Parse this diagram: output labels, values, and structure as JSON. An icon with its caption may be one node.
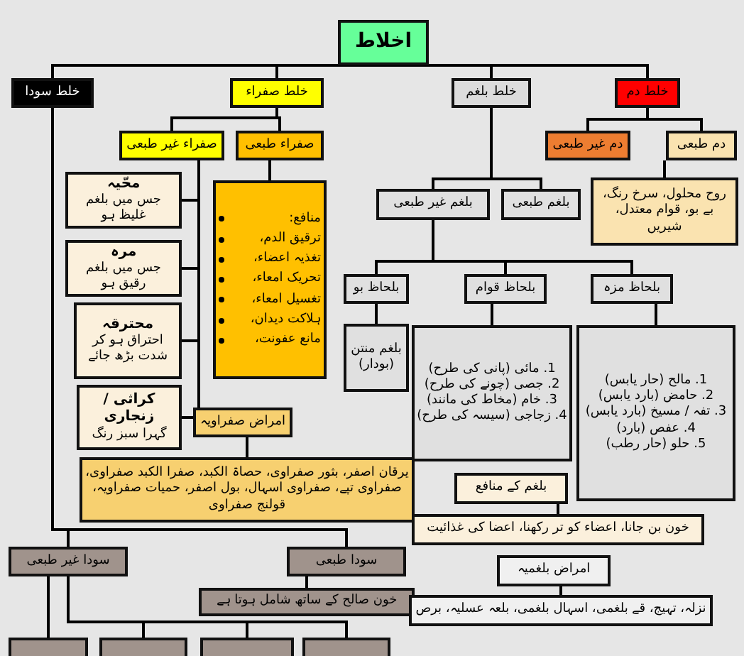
{
  "diagram": {
    "nodes": [
      {
        "text": [
          "اخلاط"
        ]
      },
      {
        "text": [
          "خلط سودا"
        ]
      },
      {
        "text": [
          "خلط صفراء"
        ]
      },
      {
        "text": [
          "خلط بلغم"
        ]
      },
      {
        "text": [
          "خلط دم"
        ]
      },
      {
        "text": [
          "صفراء غیر طبعی"
        ]
      },
      {
        "text": [
          "صفراء طبعی"
        ]
      },
      {
        "text": [
          "دم غیر طبعی"
        ]
      },
      {
        "text": [
          "دم طبعی"
        ]
      },
      {
        "text": [
          "محّیہ",
          "جس میں بلغم غلیظ ہو"
        ]
      },
      {
        "text": [
          "منافع:",
          "ترقیق الدم،",
          "تغذیہ اعضاء،",
          "تحریک امعاء،",
          "تغسیل امعاء،",
          "ہلاکت دیدان،",
          "مانع عفونت،"
        ]
      },
      {
        "text": [
          "بلغم غیر طبعی"
        ]
      },
      {
        "text": [
          "بلغم طبعی"
        ]
      },
      {
        "text": [
          "روح محلول، سرخ رنگ، بے بو، قوام معتدل، شیریں"
        ]
      },
      {
        "text": [
          "مرہ",
          "جس میں بلغم رقیق ہو"
        ]
      },
      {
        "text": [
          "بلحاظ بو"
        ]
      },
      {
        "text": [
          "بلحاظ قوام"
        ]
      },
      {
        "text": [
          "بلحاظ مزہ"
        ]
      },
      {
        "text": [
          "محترقہ",
          "احتراق ہو کر شدت بڑھ جائے"
        ]
      },
      {
        "text": [
          "بلغم منتن (بودار)"
        ]
      },
      {
        "text": [
          "1. مائی (پانی کی طرح)",
          "2. جصی (چونے کی طرح)",
          "3. خام (مخاط کی مانند)",
          "4. زجاجی (سیسہ کی طرح)"
        ]
      },
      {
        "text": [
          "1. مالح (حار یابس)",
          "2. حامض (بارد یابس)",
          "3. تفہ / مسیخ (بارد یابس)",
          "4. عفص (بارد)",
          "5. حلو (حار رطب)"
        ]
      },
      {
        "text": [
          "کراثی / زنجاری",
          "گہرا سبز رنگ"
        ]
      },
      {
        "text": [
          "امراض صفراویہ"
        ]
      },
      {
        "text": [
          "بلغم کے منافع"
        ]
      },
      {
        "text": [
          "یرقان اصفر، بثور صفراوی، حصاۃ الکبد، صفرا الکبد صفراوی، صفراوی تپے، صفراوی اسہال، بول اصفر، حمیات صفراویہ، قولنج صفراوی"
        ]
      },
      {
        "text": [
          "خون بن جانا، اعضاء کو تر رکھنا، اعضا کی غذائیت"
        ]
      },
      {
        "text": [
          "سودا غیر طبعی"
        ]
      },
      {
        "text": [
          "سودا طبعی"
        ]
      },
      {
        "text": [
          "امراض بلغمیہ"
        ]
      },
      {
        "text": [
          "خون صالح کے ساتھ شامل ہوتا ہے"
        ]
      },
      {
        "text": [
          "نزلہ، تہیج، قے بلغمی، اسہال بلغمی، بلعہ عسلیہ، برص"
        ]
      },
      {
        "text": [],
        "shape": "box"
      },
      {
        "text": [],
        "shape": "box"
      },
      {
        "text": [],
        "shape": "box"
      },
      {
        "text": [],
        "shape": "box"
      }
    ],
    "edges": [
      {
        "from": 0,
        "to": 1,
        "arrow": "none"
      },
      {
        "from": 0,
        "to": 2,
        "arrow": "none"
      },
      {
        "from": 0,
        "to": 3,
        "arrow": "none"
      },
      {
        "from": 0,
        "to": 4,
        "arrow": "none"
      },
      {
        "from": 2,
        "to": 5,
        "arrow": "none"
      },
      {
        "from": 2,
        "to": 6,
        "arrow": "none"
      },
      {
        "from": 4,
        "to": 7,
        "arrow": "none"
      },
      {
        "from": 4,
        "to": 8,
        "arrow": "none"
      },
      {
        "from": 6,
        "to": 10,
        "arrow": "none"
      },
      {
        "from": 8,
        "to": 13,
        "arrow": "none"
      },
      {
        "from": 3,
        "to": 11,
        "arrow": "none"
      },
      {
        "from": 3,
        "to": 12,
        "arrow": "none"
      },
      {
        "from": 5,
        "to": 9,
        "arrow": "none"
      },
      {
        "from": 5,
        "to": 14,
        "arrow": "none"
      },
      {
        "from": 5,
        "to": 18,
        "arrow": "none"
      },
      {
        "from": 5,
        "to": 22,
        "arrow": "none"
      },
      {
        "from": 11,
        "to": 15,
        "arrow": "none"
      },
      {
        "from": 11,
        "to": 16,
        "arrow": "none"
      },
      {
        "from": 11,
        "to": 17,
        "arrow": "none"
      },
      {
        "from": 15,
        "to": 19,
        "arrow": "none"
      },
      {
        "from": 16,
        "to": 20,
        "arrow": "none"
      },
      {
        "from": 17,
        "to": 21,
        "arrow": "none"
      },
      {
        "from": 23,
        "to": 25,
        "arrow": "none"
      },
      {
        "from": 24,
        "to": 26,
        "arrow": "none"
      },
      {
        "from": 29,
        "to": 31,
        "arrow": "none"
      },
      {
        "from": 1,
        "to": 27,
        "arrow": "none"
      },
      {
        "from": 1,
        "to": 28,
        "arrow": "none"
      },
      {
        "from": 28,
        "to": 30,
        "arrow": "none"
      },
      {
        "from": 27,
        "to": 32,
        "arrow": "none"
      },
      {
        "from": 27,
        "to": 33,
        "arrow": "none"
      },
      {
        "from": 27,
        "to": 34,
        "arrow": "none"
      },
      {
        "from": 27,
        "to": 35,
        "arrow": "none"
      }
    ]
  }
}
